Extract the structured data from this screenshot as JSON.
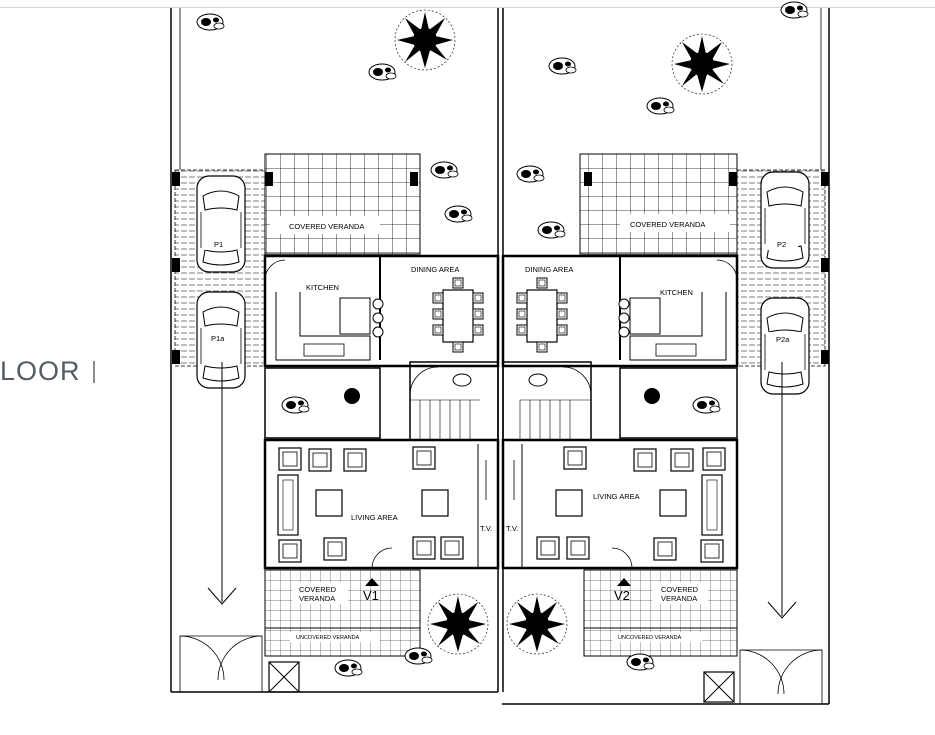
{
  "header": {
    "floor_title": "LOOR"
  },
  "plan": {
    "left_unit": {
      "covered_veranda_top": "COVERED  VERANDA",
      "parking_1": "P1",
      "parking_2": "P1a",
      "kitchen": "KITCHEN",
      "dining": "DINING  AREA",
      "living": "LIVING  AREA",
      "tv": "T.V.",
      "covered_veranda_bottom_1": "COVERED",
      "covered_veranda_bottom_2": "VERANDA",
      "villa": "V1",
      "uncovered_veranda": "UNCOVERED  VERANDA"
    },
    "right_unit": {
      "covered_veranda_top": "COVERED  VERANDA",
      "parking_1": "P2",
      "parking_2": "P2a",
      "kitchen": "KITCHEN",
      "dining": "DINING  AREA",
      "living": "LIVING  AREA",
      "tv": "T.V.",
      "covered_veranda_bottom_1": "COVERED",
      "covered_veranda_bottom_2": "VERANDA",
      "villa": "V2",
      "uncovered_veranda": "UNCOVERED  VERANDA"
    },
    "colors": {
      "line": "#000000",
      "title": "#555c63"
    }
  }
}
